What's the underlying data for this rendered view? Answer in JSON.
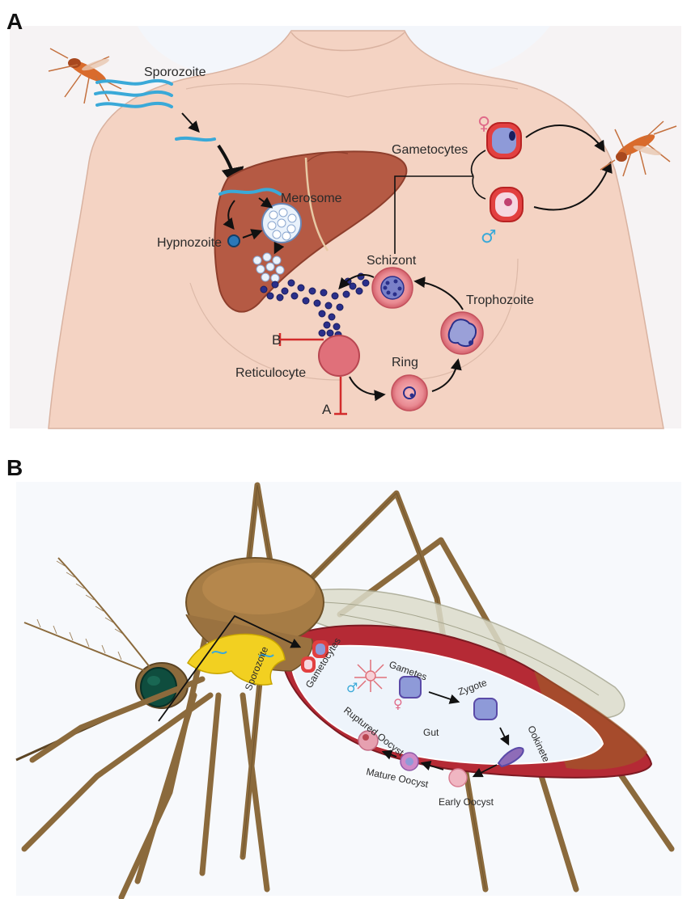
{
  "panel_a": {
    "letter": "A",
    "labels": {
      "sporozoite": "Sporozoite",
      "merosome": "Merosome",
      "hypnozoite": "Hypnozoite",
      "gametocytes": "Gametocytes",
      "schizont": "Schizont",
      "trophozoite": "Trophozoite",
      "reticulocyte": "Reticulocyte",
      "ring": "Ring",
      "block_a": "A",
      "block_b": "B"
    },
    "symbols": {
      "female": "♀",
      "male": "♂"
    }
  },
  "panel_b": {
    "letter": "B",
    "labels": {
      "sporozoite": "Sporozoite",
      "gametocytes": "Gametocytes",
      "gametes": "Gametes",
      "zygote": "Zygote",
      "gut": "Gut",
      "ookinete": "Ookinete",
      "ruptured_oocyst": "Ruptured Oocyst",
      "mature_oocyst": "Mature Oocyst",
      "early_oocyst": "Early Oocyst"
    },
    "symbols": {
      "female": "♀",
      "male": "♂"
    }
  },
  "colors": {
    "skin": "#f4d3c3",
    "liver": "#b55a44",
    "rbc": "#e0707a",
    "parasite": "#2a2f8a",
    "sporozoite": "#3aa9d8",
    "mosquito_body": "#8b6a3c",
    "gut": "#eef4fb",
    "gut_wall": "#b52a35",
    "salivary": "#f2d021"
  }
}
